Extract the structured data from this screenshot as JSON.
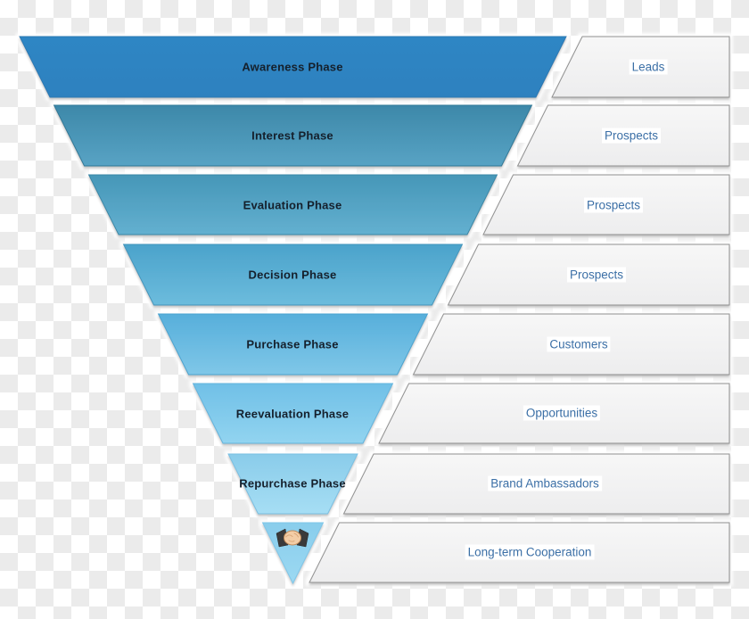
{
  "diagram": {
    "type": "funnel",
    "rows": [
      {
        "phase": "Awareness Phase",
        "result": "Leads"
      },
      {
        "phase": "Interest Phase",
        "result": "Prospects"
      },
      {
        "phase": "Evaluation Phase",
        "result": "Prospects"
      },
      {
        "phase": "Decision Phase",
        "result": "Prospects"
      },
      {
        "phase": "Purchase Phase",
        "result": "Customers"
      },
      {
        "phase": "Reevaluation Phase",
        "result": "Opportunities"
      },
      {
        "phase": "Repurchase Phase",
        "result": "Brand Ambassadors"
      },
      {
        "phase": "",
        "result": "Long-term Cooperation",
        "icon": "handshake-icon"
      }
    ],
    "colors": {
      "segment_fills_top": [
        "#2e84c2",
        "#3d88a9",
        "#4697b8",
        "#4ba3cb",
        "#57afdb",
        "#70c0e7",
        "#8accea",
        "#89cdec"
      ],
      "segment_fills_bottom": [
        "#2e84c2",
        "#58a3c4",
        "#63b0d0",
        "#6cbcdd",
        "#7fc7e8",
        "#92d4f0",
        "#a6def4",
        "#9cd9f2"
      ],
      "phase_text": "#15202c",
      "result_text": "#3b6fa6",
      "box_fill": "#f2f2f2",
      "box_border": "#8f8f8f",
      "checker_gray": "#ebebeb",
      "checker_white": "#ffffff"
    }
  }
}
